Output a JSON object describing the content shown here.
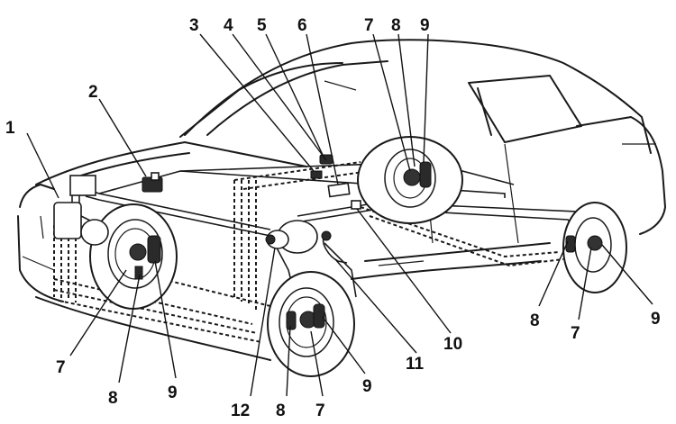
{
  "diagram": {
    "callouts": [
      "1",
      "2",
      "3",
      "4",
      "5",
      "6",
      "7",
      "8",
      "9",
      "10",
      "11",
      "12"
    ],
    "bottom_labels": [
      "7",
      "8",
      "9",
      "12",
      "8",
      "7",
      "9",
      "11",
      "10",
      "8",
      "7",
      "9"
    ]
  },
  "colors": {
    "line": "#1a1a1a",
    "background": "#ffffff"
  }
}
